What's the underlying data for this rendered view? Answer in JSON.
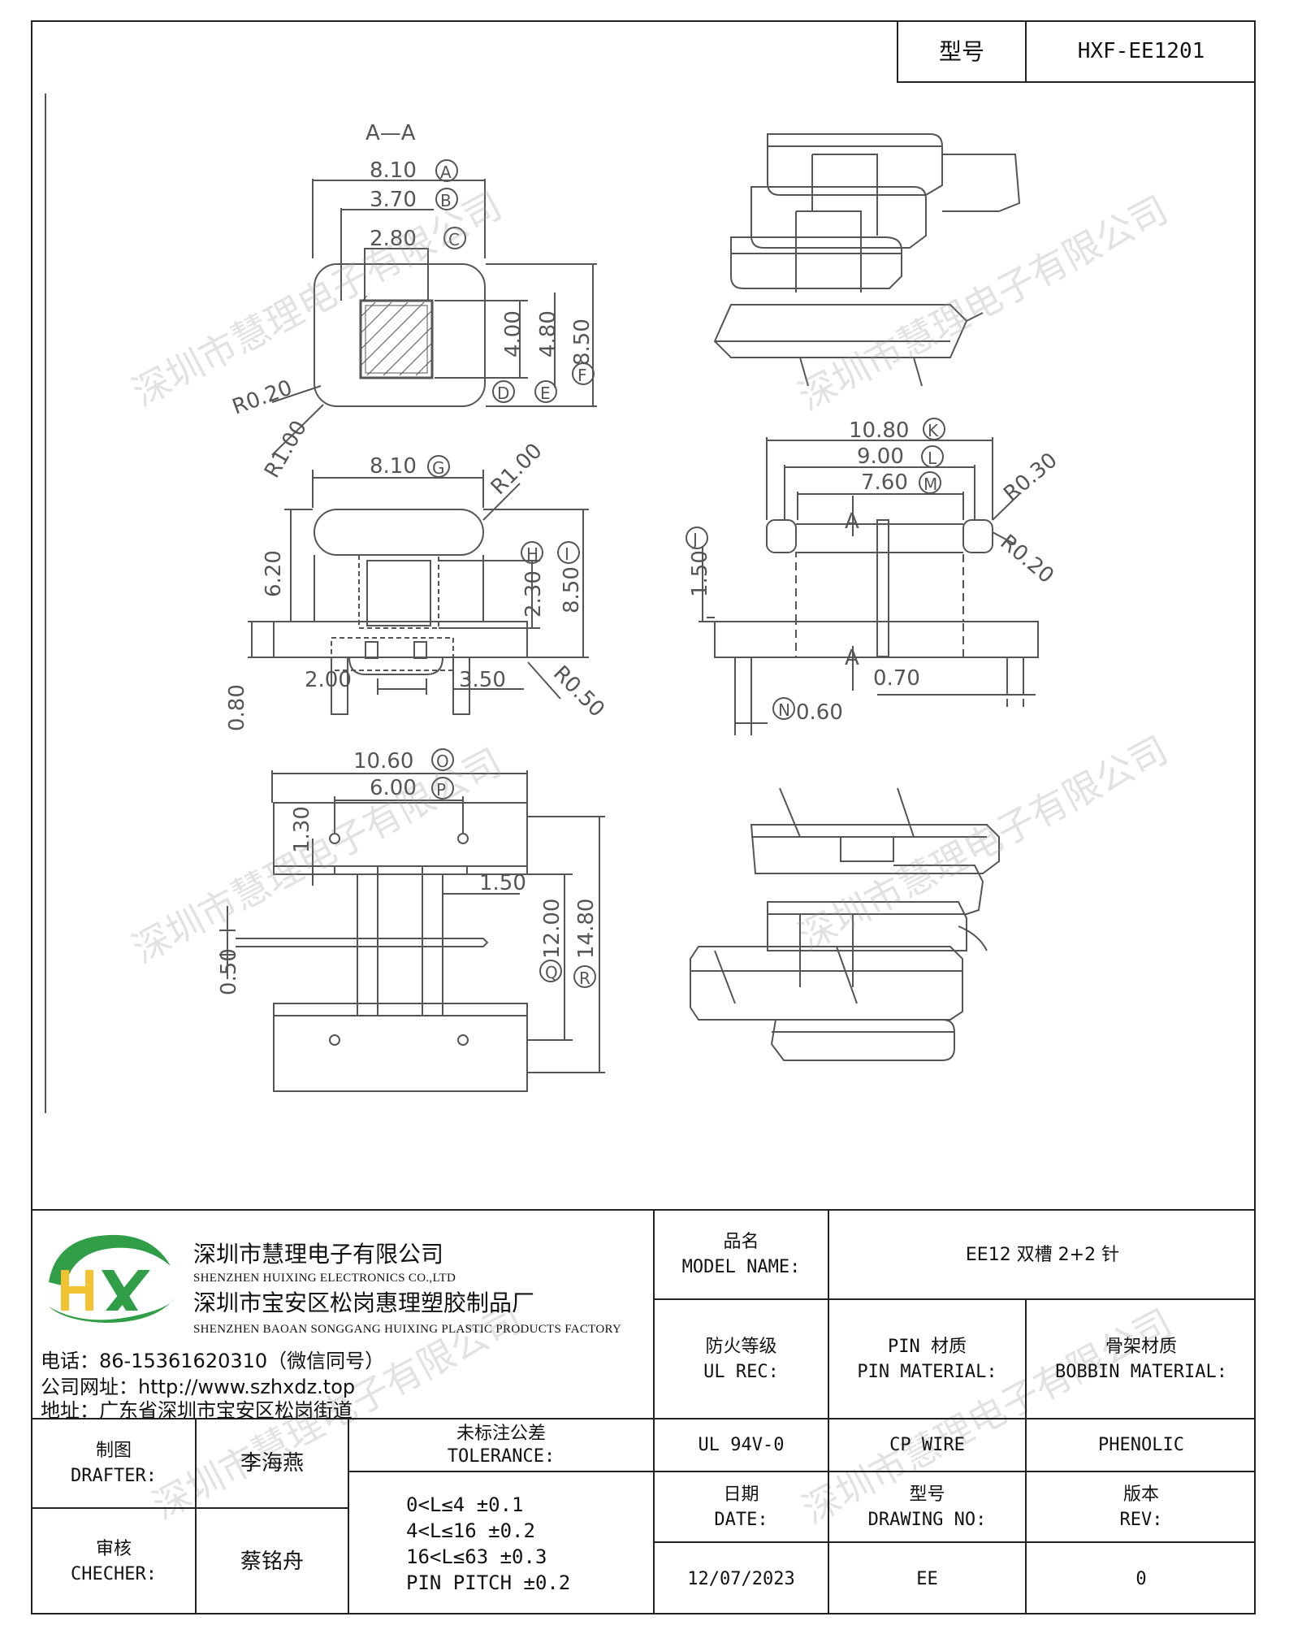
{
  "header": {
    "model_label": "型号",
    "model_value": "HXF-EE1201"
  },
  "watermark": "深圳市慧理电子有限公司",
  "drawing": {
    "section_label": "A—A",
    "dims": {
      "a": "8.10",
      "a_tag": "A",
      "b": "3.70",
      "b_tag": "B",
      "c": "2.80",
      "c_tag": "C",
      "d1": "4.00",
      "d_tag": "D",
      "e1": "4.80",
      "e_tag": "E",
      "f": "8.50",
      "f_tag": "F",
      "r020": "R0.20",
      "r100": "R1.00",
      "g": "8.10",
      "g_tag": "G",
      "r100b": "R1.00",
      "h": "2.30",
      "h_tag": "H",
      "i": "8.50",
      "i_tag": "I",
      "v620": "6.20",
      "v080": "0.80",
      "v200": "2.00",
      "v350": "3.50",
      "r050": "R0.50",
      "k": "10.80",
      "k_tag": "K",
      "l": "9.00",
      "l_tag": "L",
      "m": "7.60",
      "m_tag": "M",
      "r030": "R0.30",
      "r020b": "R0.20",
      "j": "1.50",
      "j_tag": "J",
      "sec_a": "A",
      "v070": "0.70",
      "n": "0.60",
      "n_tag": "N",
      "o": "10.60",
      "o_tag": "O",
      "p": "6.00",
      "p_tag": "P",
      "v130": "1.30",
      "v150": "1.50",
      "q": "12.00",
      "q_tag": "Q",
      "r": "14.80",
      "r_tag": "R",
      "v050": "0.50"
    }
  },
  "company": {
    "logo_text": "HX",
    "name_cn": "深圳市慧理电子有限公司",
    "name_en": "SHENZHEN HUIXING ELECTRONICS CO.,LTD",
    "factory_cn": "深圳市宝安区松岗惠理塑胶制品厂",
    "factory_en": "SHENZHEN BAOAN SONGGANG HUIXING PLASTIC PRODUCTS FACTORY",
    "phone": "电话：86-15361620310（微信同号）",
    "website": "公司网址：http://www.szhxdz.top",
    "address": "地址：广东省深圳市宝安区松岗街道"
  },
  "titleblock": {
    "model_name_cn": "品名",
    "model_name_en": "MODEL NAME:",
    "model_name_value": "EE12 双槽 2+2 针",
    "ul_cn": "防火等级",
    "ul_en": "UL REC:",
    "pin_cn": "PIN 材质",
    "pin_en": "PIN MATERIAL:",
    "bobbin_cn": "骨架材质",
    "bobbin_en": "BOBBIN MATERIAL:",
    "ul_value": "UL 94V-0",
    "pin_value": "CP WIRE",
    "bobbin_value": "PHENOLIC",
    "drafter_cn": "制图",
    "drafter_en": "DRAFTER:",
    "drafter_value": "李海燕",
    "checker_cn": "审核",
    "checker_en": "CHECHER:",
    "checker_value": "蔡铭舟",
    "tolerance_cn": "未标注公差",
    "tolerance_en": "TOLERANCE:",
    "tol_1": "0<L≤4  ±0.1",
    "tol_2": "4<L≤16 ±0.2",
    "tol_3": "16<L≤63 ±0.3",
    "tol_4": "PIN PITCH ±0.2",
    "date_cn": "日期",
    "date_en": "DATE:",
    "date_value": "12/07/2023",
    "drawing_no_cn": "型号",
    "drawing_no_en": "DRAWING NO:",
    "drawing_no_value": "EE",
    "rev_cn": "版本",
    "rev_en": "REV:",
    "rev_value": "0"
  }
}
